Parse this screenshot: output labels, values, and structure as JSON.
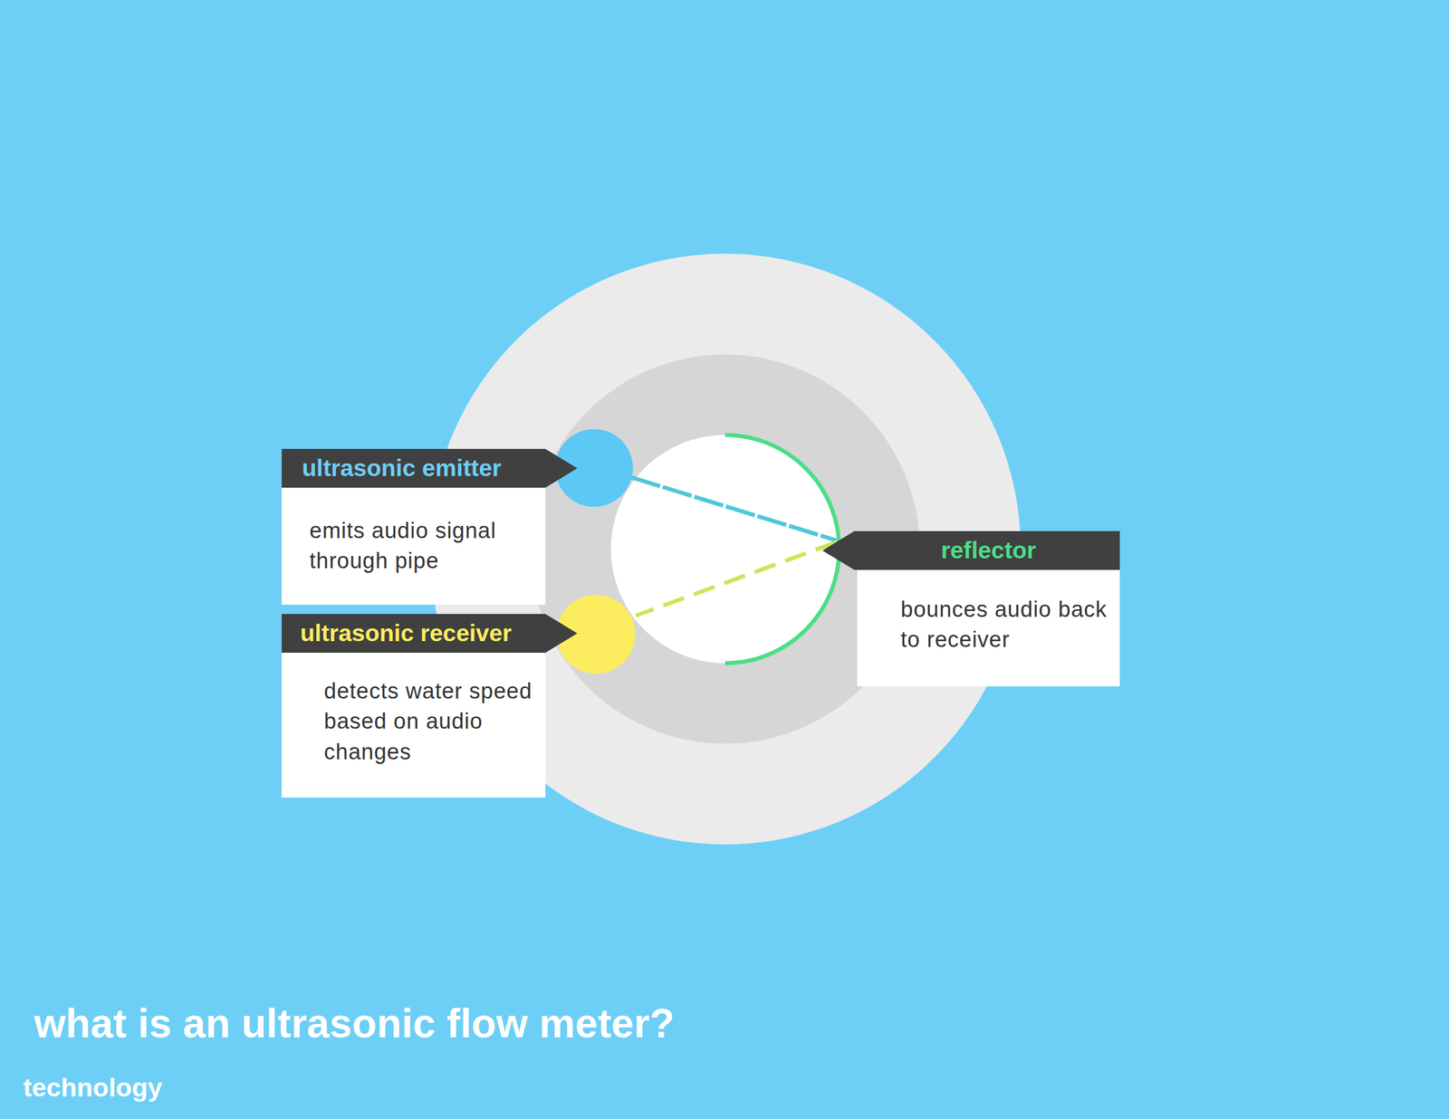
{
  "diagram": {
    "title": "what is an ultrasonic flow meter?",
    "nodes": [
      {
        "text": [
          "ultrasonic emitter",
          "emits audio signal through pipe"
        ]
      },
      {
        "text": [
          "ultrasonic receiver",
          "detects water speed based on audio changes"
        ]
      },
      {
        "text": [
          "reflector",
          "bounces audio back to receiver"
        ]
      }
    ],
    "labels": [
      "technology"
    ]
  }
}
